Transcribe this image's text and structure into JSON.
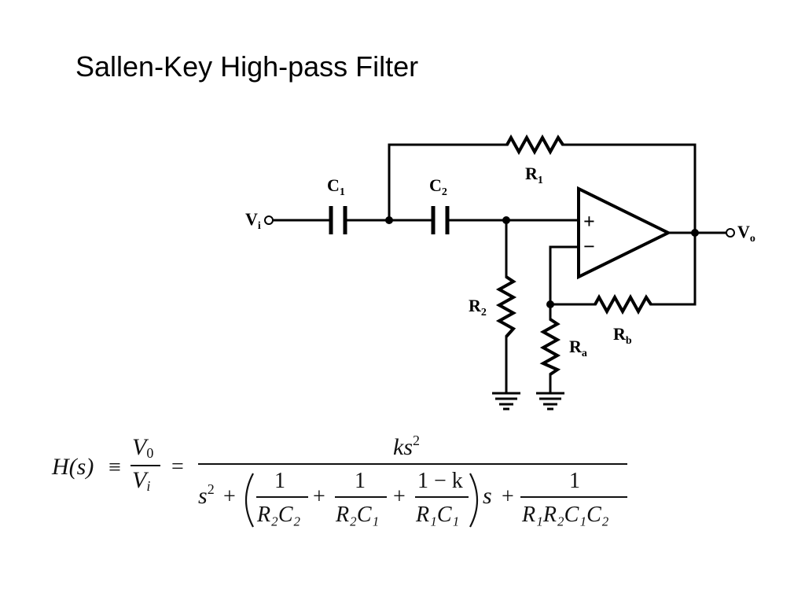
{
  "slide": {
    "title": "Sallen-Key High-pass Filter"
  },
  "circuit": {
    "components": [
      {
        "id": "C1",
        "kind": "capacitor",
        "label": "C",
        "sub": "1"
      },
      {
        "id": "C2",
        "kind": "capacitor",
        "label": "C",
        "sub": "2"
      },
      {
        "id": "R1",
        "kind": "resistor",
        "label": "R",
        "sub": "1"
      },
      {
        "id": "R2",
        "kind": "resistor",
        "label": "R",
        "sub": "2"
      },
      {
        "id": "Ra",
        "kind": "resistor",
        "label": "R",
        "sub": "a"
      },
      {
        "id": "Rb",
        "kind": "resistor",
        "label": "R",
        "sub": "b"
      },
      {
        "id": "opamp",
        "kind": "op-amp",
        "plus": "+",
        "minus": "−"
      }
    ],
    "ports": {
      "input": {
        "label": "V",
        "sub": "i"
      },
      "output": {
        "label": "V",
        "sub": "o"
      }
    }
  },
  "equation": {
    "lhs": "H(s)",
    "equiv": "≡",
    "v0": "V",
    "v0_sub": "0",
    "vi": "V",
    "vi_sub": "i",
    "equals": "=",
    "numerator": "ks",
    "numerator_exp": "2",
    "den_s": "s",
    "den_s_exp": "2",
    "plus": "+",
    "term1_num": "1",
    "term1_den": "R₂C₂",
    "term2_num": "1",
    "term2_den": "R₂C₁",
    "term3_num": "1 − k",
    "term3_den": "R₁C₁",
    "s_after": "s",
    "term4_num": "1",
    "term4_den": "R₁R₂C₁C₂"
  }
}
